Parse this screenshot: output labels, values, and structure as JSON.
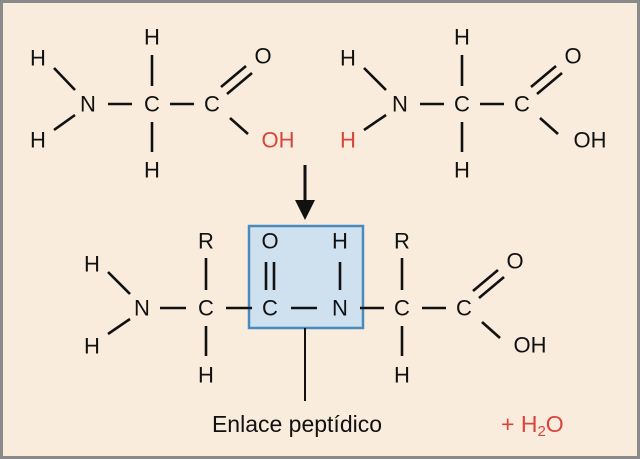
{
  "colors": {
    "background": "#f9ecdc",
    "highlight_box": "#cfe0ef",
    "highlight_border": "#4a8bbf",
    "removed_atoms": "#d9453c",
    "frame": "#8a8a8a"
  },
  "amino_acid_1": {
    "h_top_left": "H",
    "n": "N",
    "h_bottom_left": "H",
    "c_alpha": "C",
    "h_alpha_top": "H",
    "h_alpha_bottom": "H",
    "c_carboxyl": "C",
    "o": "O",
    "oh": "OH"
  },
  "amino_acid_2": {
    "h_top_left": "H",
    "n": "N",
    "h_bottom_left": "H",
    "c_alpha": "C",
    "h_alpha_top": "H",
    "h_alpha_bottom": "H",
    "c_carboxyl": "C",
    "o": "O",
    "oh": "OH"
  },
  "dipeptide": {
    "h_top_left": "H",
    "n1": "N",
    "h_bottom_left": "H",
    "c_alpha1": "C",
    "r1": "R",
    "h_alpha1": "H",
    "c_carbonyl": "C",
    "o_carbonyl": "O",
    "h_amide": "H",
    "n2": "N",
    "c_alpha2": "C",
    "r2": "R",
    "h_alpha2": "H",
    "c_carboxyl": "C",
    "o": "O",
    "oh": "OH"
  },
  "labels": {
    "peptide_bond": "Enlace peptídico",
    "water_plus": "+ H",
    "water_sub": "2",
    "water_o": "O"
  }
}
